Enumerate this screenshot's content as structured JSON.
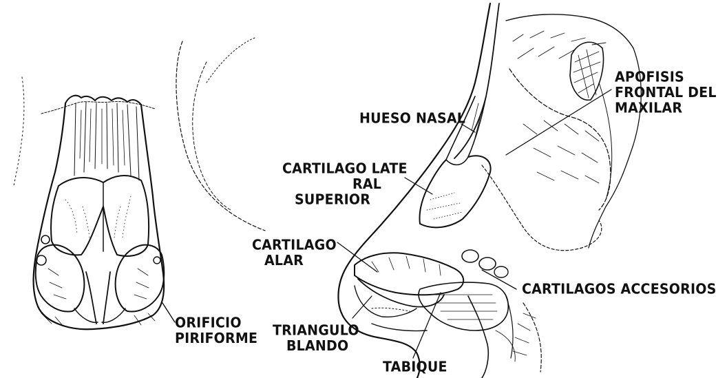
{
  "labels": {
    "hueso_nasal": "HUESO NASAL",
    "apofisis_1": "APOFISIS",
    "apofisis_2": "FRONTAL DEL",
    "apofisis_3": "MAXILAR",
    "cart_lat_1": "CARTILAGO LATE",
    "cart_lat_2": "RAL",
    "cart_lat_3": "SUPERIOR",
    "cart_alar_1": "CARTILAGO",
    "cart_alar_2": "ALAR",
    "cart_acc": "CARTILAGOS ACCESORIOS",
    "orificio_1": "ORIFICIO",
    "orificio_2": "PIRIFORME",
    "triangulo_1": "TRIANGULO",
    "triangulo_2": "BLANDO",
    "tabique": "TABIQUE"
  },
  "colors": {
    "ink": "#111111",
    "paper": "#ffffff"
  }
}
